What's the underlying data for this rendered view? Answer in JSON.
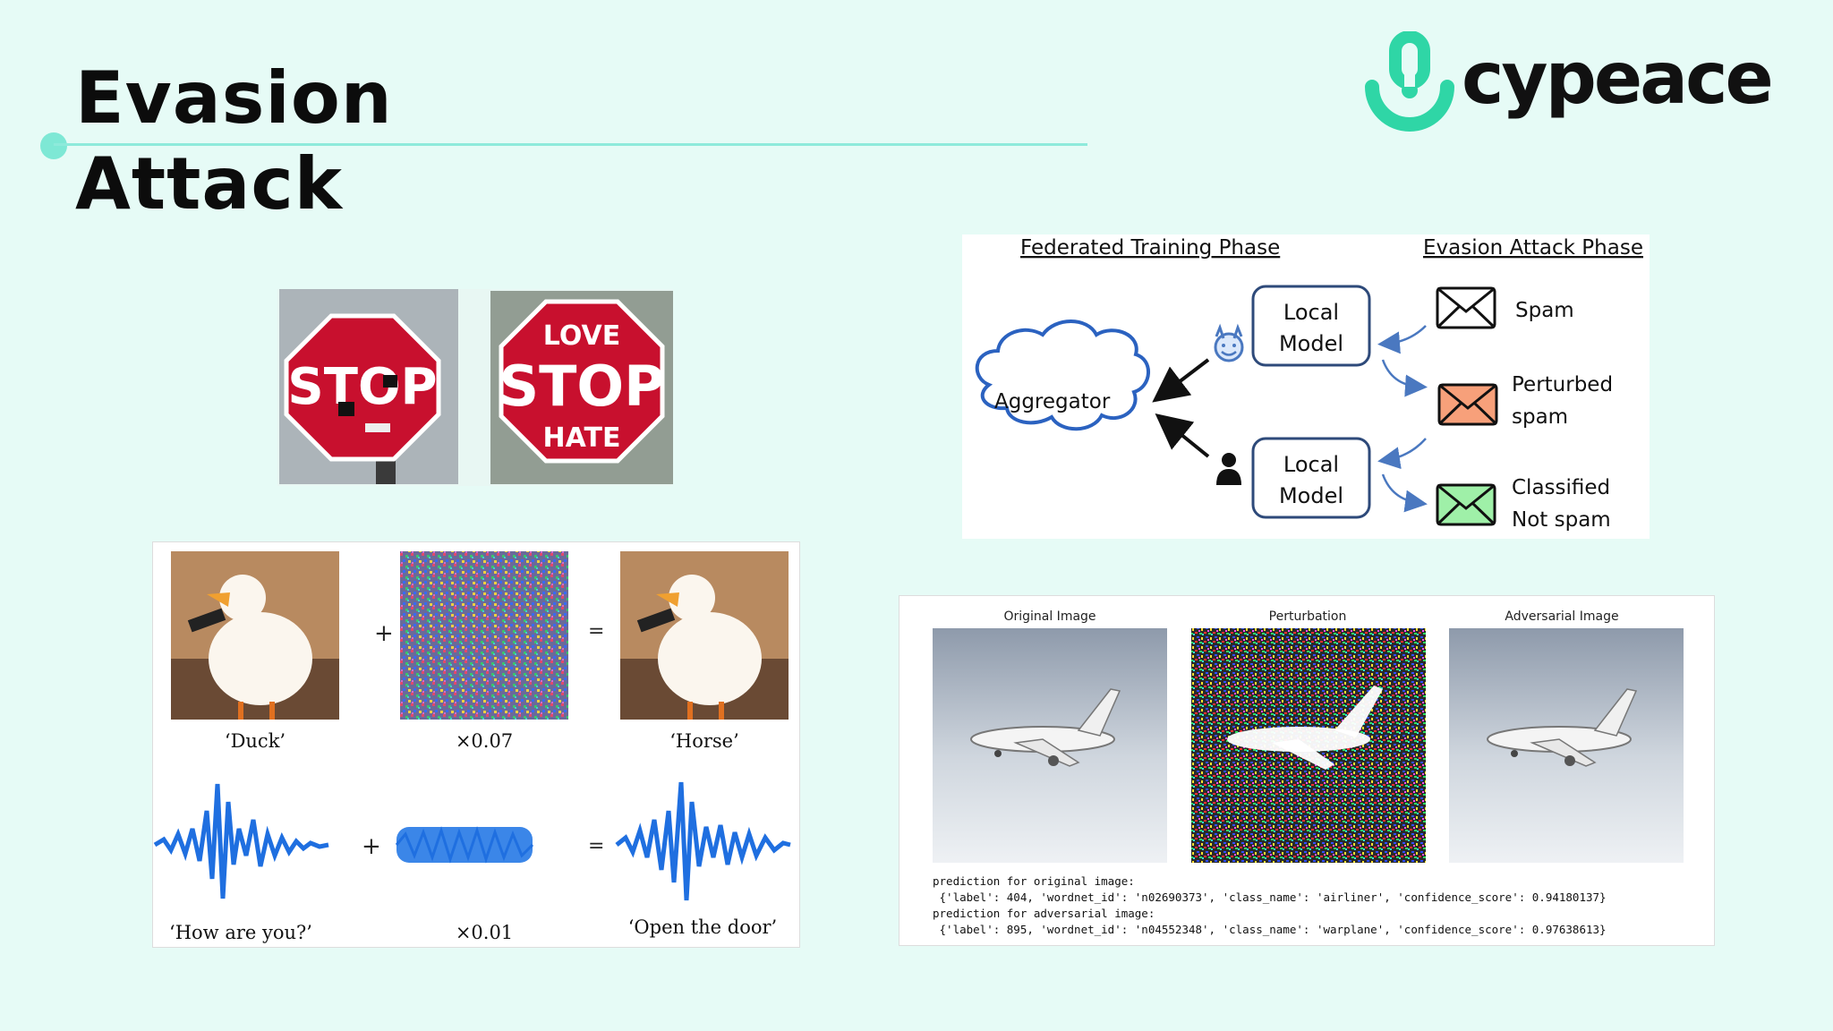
{
  "header": {
    "title_line1": "Evasion",
    "title_line2": "Attack",
    "brand": "cypeace",
    "brand_color": "#2fd6a6"
  },
  "stop_signs": {
    "sign1_text": "STOP",
    "sign2_top": "LOVE",
    "sign2_text": "STOP",
    "sign2_bottom": "HATE",
    "sign_color": "#c8102e"
  },
  "adversarial_examples": {
    "image_row": {
      "label_left": "‘Duck’",
      "operator_plus": "+",
      "label_middle": "×0.07",
      "operator_equals": "=",
      "label_right": "‘Horse’"
    },
    "audio_row": {
      "label_left": "‘How are you?’",
      "operator_plus": "+",
      "label_middle": "×0.01",
      "operator_equals": "=",
      "label_right": "‘Open the door’"
    },
    "wave_color": "#1f6fe0"
  },
  "federated_diagram": {
    "phase_training": "Federated Training Phase",
    "phase_attack": "Evasion Attack Phase",
    "aggregator": "Aggregator",
    "local_model_line1": "Local",
    "local_model_line2": "Model",
    "spam": "Spam",
    "perturbed_line1": "Perturbed",
    "perturbed_line2": "spam",
    "classified_line1": "Classified",
    "classified_line2": "Not spam",
    "box_color": "#2e4a7a",
    "arrow_color": "#4a78c0",
    "perturbed_color": "#f7a07a",
    "classified_color": "#9ff0a8"
  },
  "airplane_example": {
    "title_original": "Original Image",
    "title_perturbation": "Perturbation",
    "title_adversarial": "Adversarial Image",
    "pred_original_label": "prediction for original image:",
    "pred_original_value": " {'label': 404, 'wordnet_id': 'n02690373', 'class_name': 'airliner', 'confidence_score': 0.94180137}",
    "pred_adversarial_label": "prediction for adversarial image:",
    "pred_adversarial_value": " {'label': 895, 'wordnet_id': 'n04552348', 'class_name': 'warplane', 'confidence_score': 0.97638613}"
  }
}
